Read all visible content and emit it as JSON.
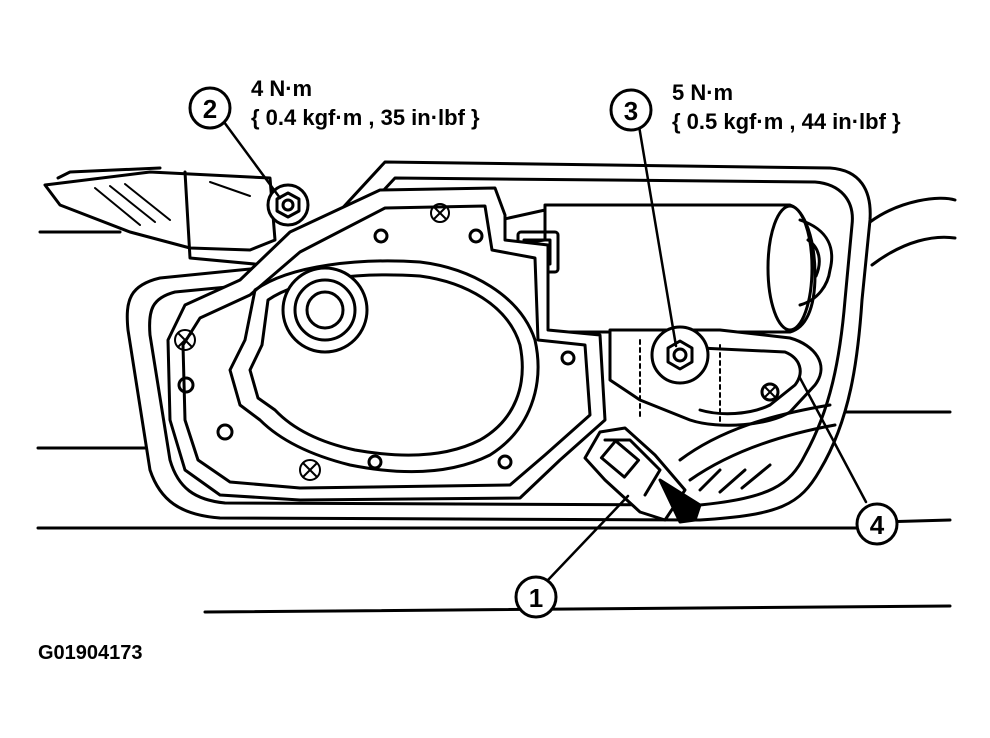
{
  "callouts": [
    {
      "number": "1"
    },
    {
      "number": "2"
    },
    {
      "number": "3"
    },
    {
      "number": "4"
    }
  ],
  "torque_specs": [
    {
      "callout": "2",
      "value": "4 N·m",
      "alt": "{ 0.4 kgf·m , 35 in·lbf }"
    },
    {
      "callout": "3",
      "value": "5 N·m",
      "alt": "{ 0.5 kgf·m , 44 in·lbf }"
    }
  ],
  "figure_id": "G01904173",
  "colors": {
    "ink": "#000000",
    "paper": "#ffffff",
    "shade": "#dcdcdc"
  }
}
